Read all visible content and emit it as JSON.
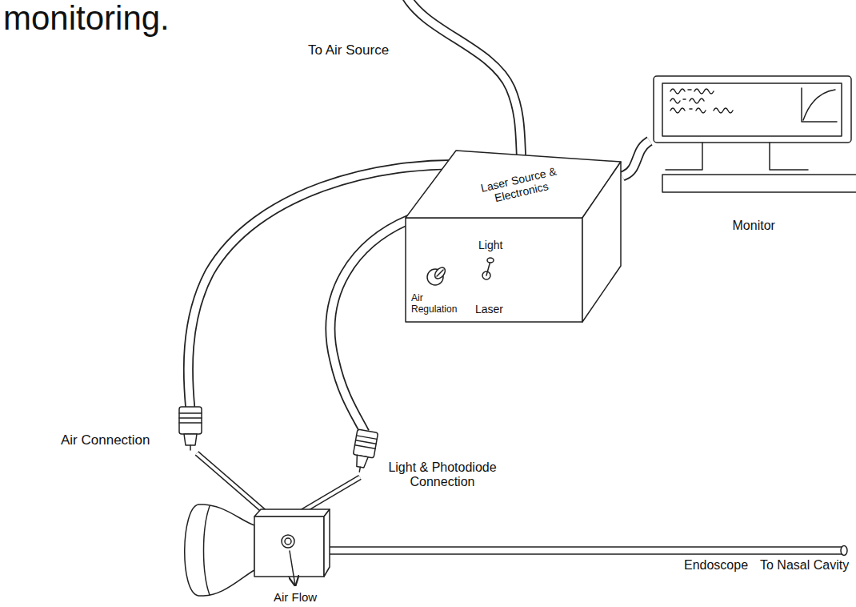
{
  "diagram": {
    "title": "monitoring.",
    "nodes": [
      {
        "text": [
          "Laser Source & Electronics",
          "Air Regulation",
          "Light",
          "Laser"
        ]
      },
      {
        "text": [
          "Monitor"
        ]
      }
    ],
    "edges": [
      {
        "from": 0,
        "to": 1,
        "arrow": "none"
      }
    ],
    "labels": [
      "To Air Source",
      "Air Connection",
      "Light & Photodiode Connection",
      "Endoscope",
      "To Nasal Cavity",
      "Air Flow"
    ]
  }
}
